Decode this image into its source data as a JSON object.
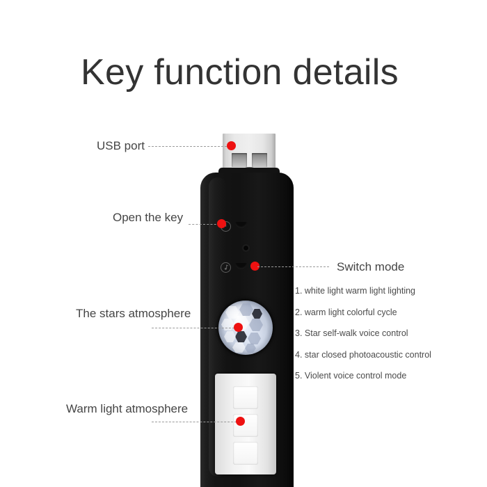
{
  "page": {
    "title": "Key function details",
    "background_color": "#ffffff",
    "text_color": "#454545",
    "marker_color": "#ee1111",
    "leader_color": "#9a9a9a"
  },
  "callouts": [
    {
      "id": "usb-port",
      "label": "USB port"
    },
    {
      "id": "open-the-key",
      "label": "Open the key"
    },
    {
      "id": "switch-mode",
      "label": "Switch mode"
    },
    {
      "id": "stars-atmosphere",
      "label": "The stars atmosphere"
    },
    {
      "id": "warm-light",
      "label": "Warm light atmosphere"
    }
  ],
  "modes": {
    "items": [
      "1. white light warm light lighting",
      "2. warm light colorful cycle",
      "3. Star self-walk voice control",
      "4. star closed photoacoustic control",
      "5. Violent voice control mode"
    ]
  },
  "device": {
    "icons": {
      "power": "power-icon",
      "music": "music-note-icon"
    }
  }
}
